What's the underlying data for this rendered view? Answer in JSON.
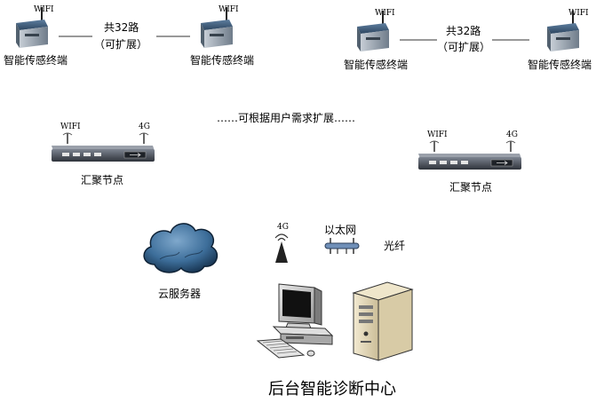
{
  "terminals": {
    "wifi_label": "WIFI",
    "label": "智能传感终端",
    "channel_count": "共32路",
    "expandable": "（可扩展）"
  },
  "expand_note": "……可根据用户需求扩展……",
  "aggregation": {
    "wifi_label": "WIFI",
    "g4_label": "4G",
    "label": "汇聚节点"
  },
  "cloud": {
    "label": "云服务器"
  },
  "links": {
    "g4_label": "4G",
    "ethernet_label": "以太网",
    "fiber_label": "光纤"
  },
  "center": {
    "title": "后台智能诊断中心"
  },
  "colors": {
    "device_top": "#3c5a7a",
    "device_body": "#9aa6b2",
    "cloud": "#3d6e9a",
    "router": "#4a4f5a"
  }
}
